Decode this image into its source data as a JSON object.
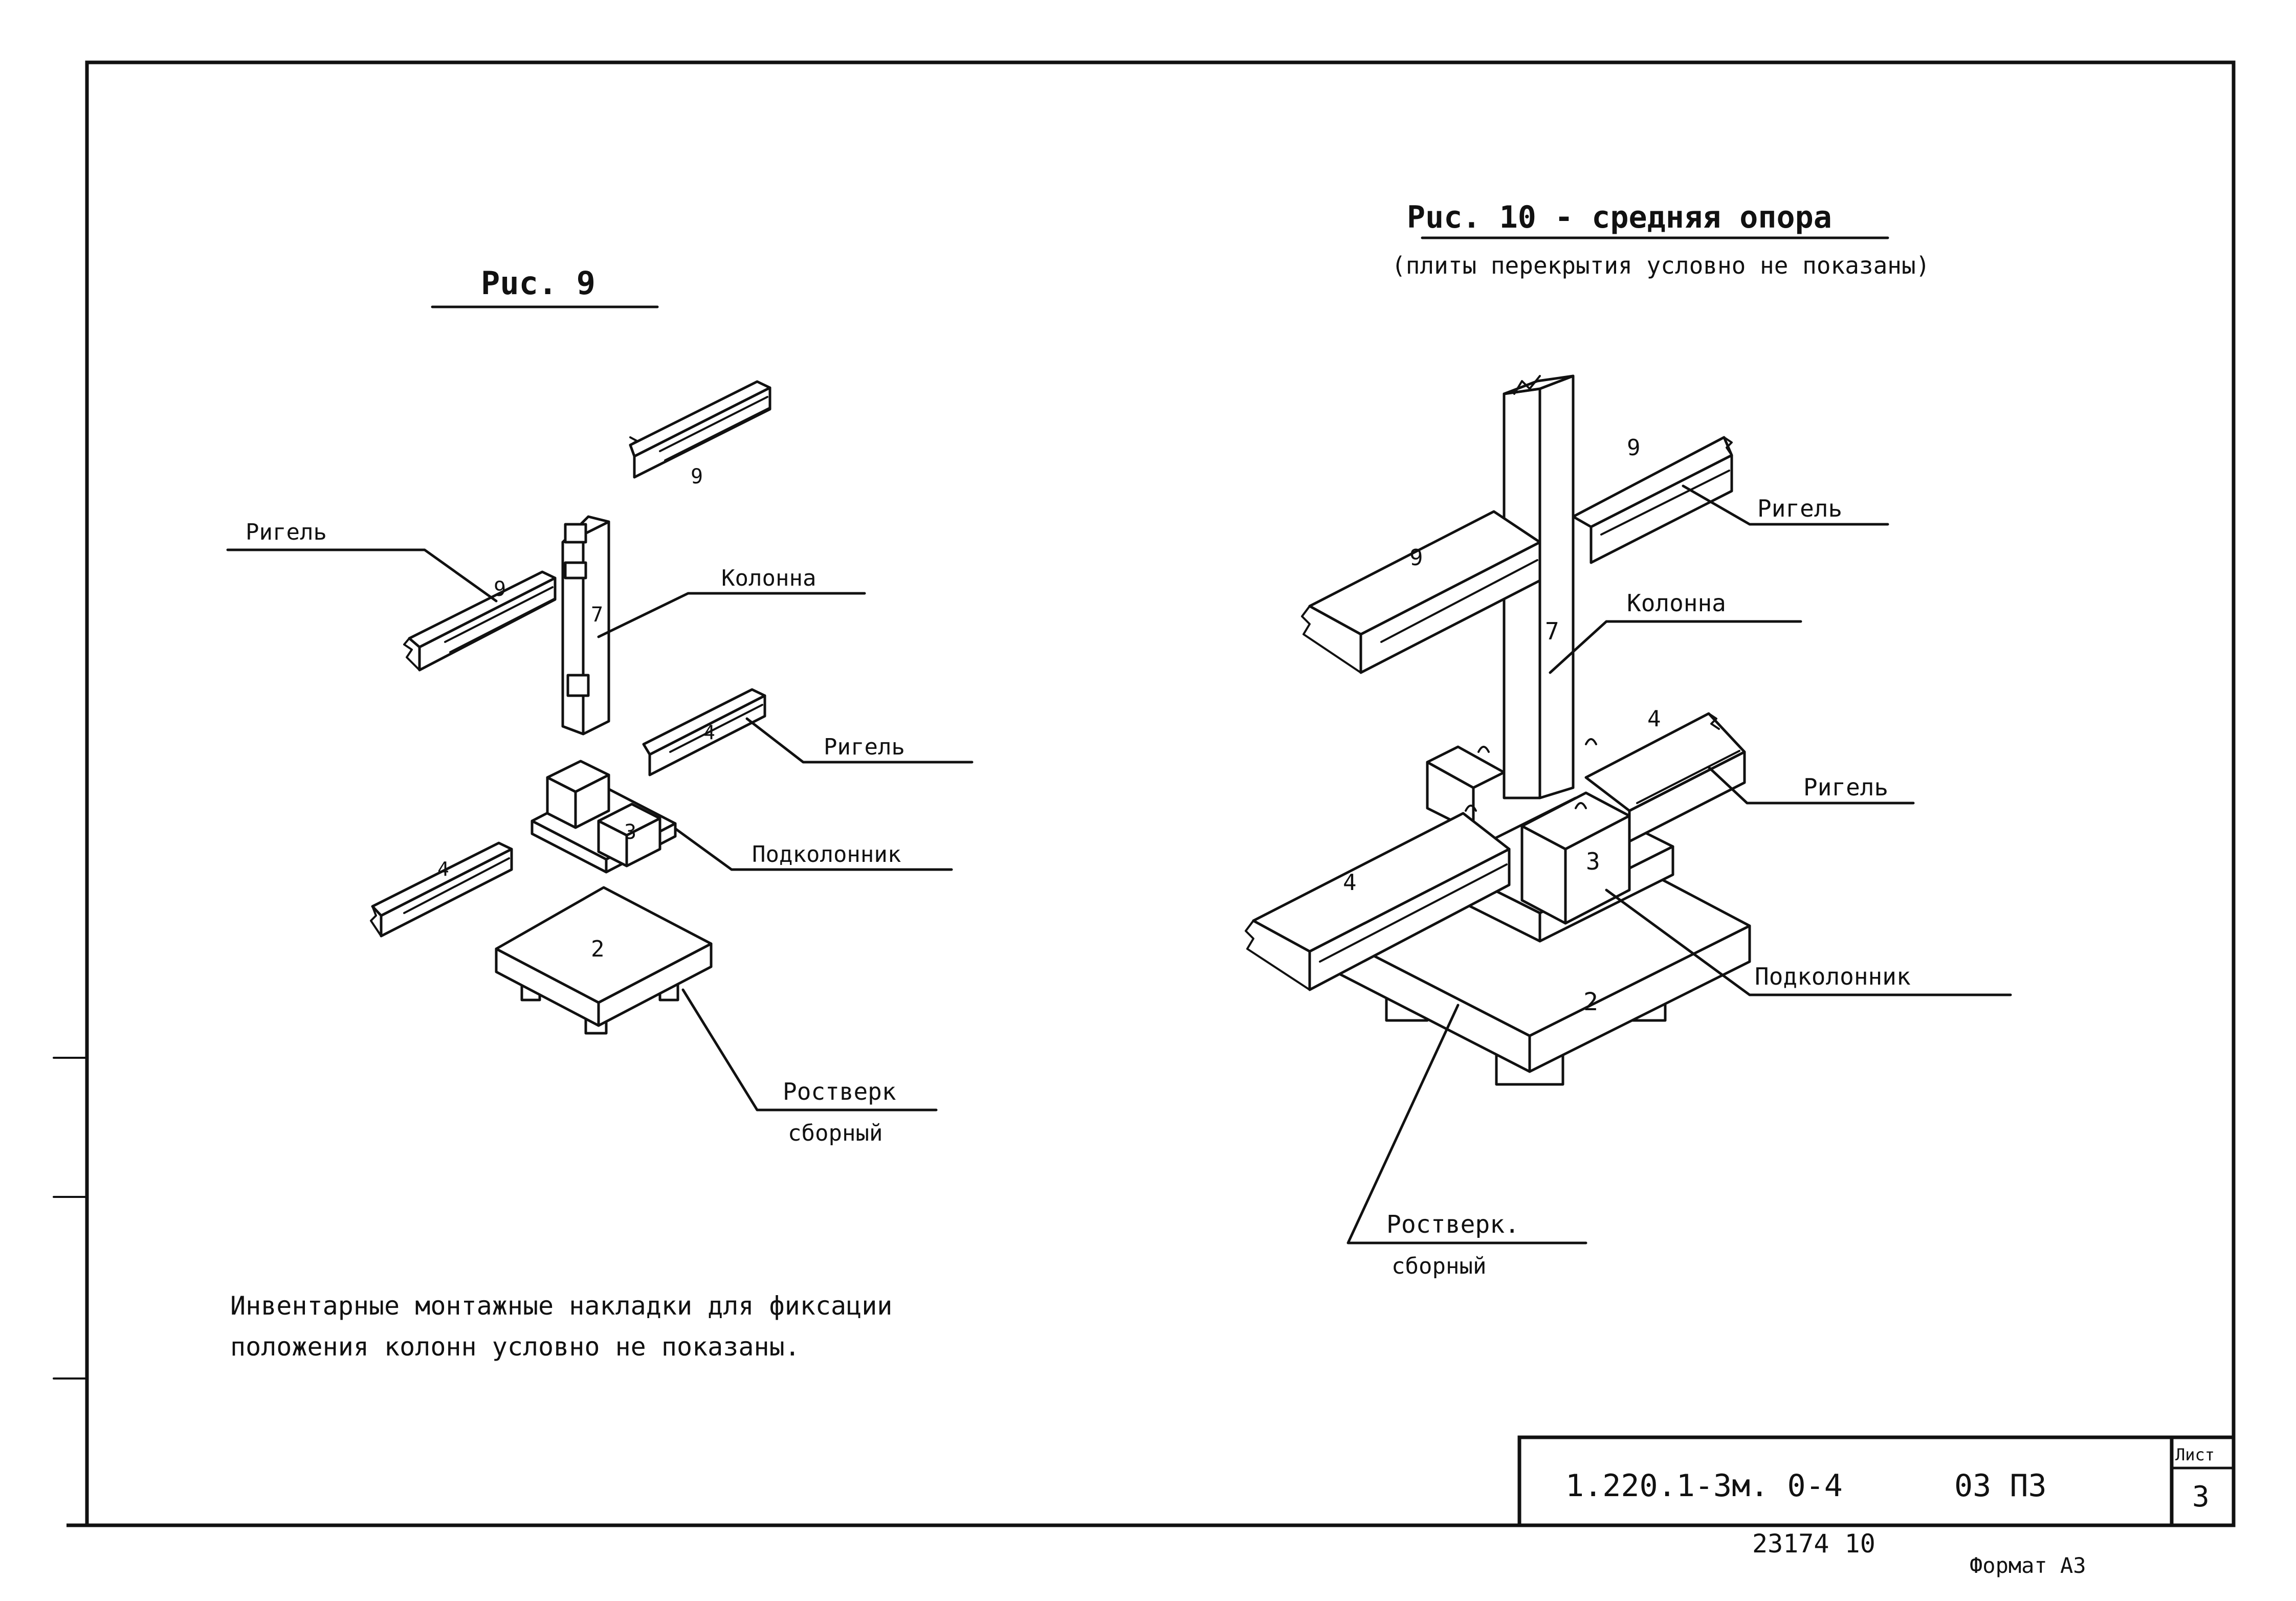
{
  "fig9": {
    "title": "Рuс. 9",
    "labels": {
      "rigel_top": "Ригель",
      "kolonna": "Колонна",
      "rigel_mid": "Ригель",
      "podkolonnik": "Подколонник",
      "rostverk": "Ростверк",
      "rostverk_sub": "сборный"
    },
    "marks": {
      "beam_top": "9",
      "beam_left": "9",
      "column": "7",
      "beam_mid": "4",
      "beam_low": "4",
      "podkolonnik": "3",
      "rostverk": "2"
    }
  },
  "fig10": {
    "title": "Рuс. 10 - средняя опора",
    "subtitle": "(плиты перекрытия условно не показаны)",
    "labels": {
      "rigel_top": "Ригель",
      "kolonna": "Колонна",
      "rigel_mid": "Ригель",
      "podkolonnik": "Подколонник",
      "rostverk": "Ростверк.",
      "rostverk_sub": "сборный"
    },
    "marks": {
      "beam_top": "9",
      "beam_left": "9",
      "column": "7",
      "beam_mid": "4",
      "beam_low": "4",
      "podkolonnik": "3",
      "rostverk": "2"
    }
  },
  "note": {
    "line1": "Инвентарные монтажные накладки для фиксации",
    "line2": "положения колонн условно не показаны."
  },
  "title_block": {
    "code": "1.220.1-3м. 0-4",
    "doc": "03 П3",
    "sheet_label": "Лист",
    "sheet_number": "3"
  },
  "footer": {
    "number": "23174 10",
    "format": "Формат А3"
  }
}
